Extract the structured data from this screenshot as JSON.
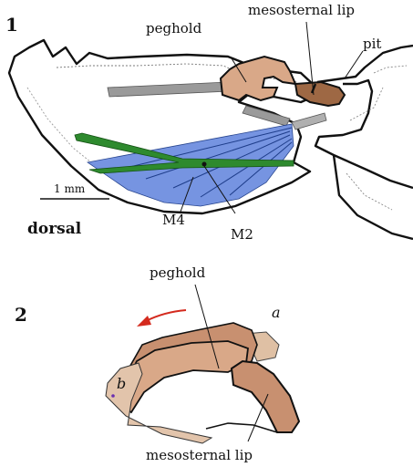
{
  "panel1": {
    "number": "1",
    "labels": {
      "peghold": "peghold",
      "mesosternal_lip": "mesosternal lip",
      "pit": "pit",
      "scale": "1 mm",
      "dorsal": "dorsal",
      "m4": "M4",
      "m2": "M2"
    }
  },
  "panel2": {
    "number": "2",
    "labels": {
      "peghold": "peghold",
      "a": "a",
      "b": "b",
      "mesosternal_lip": "mesosternal lip"
    }
  },
  "colors": {
    "outline": "#111111",
    "peghold_fill": "#d9a888",
    "lip_fill": "#9e6844",
    "muscle_m4_blue": "#6f8fe0",
    "muscle_m2_green": "#2e8a2e",
    "tendon_grey": "#9a9a9a",
    "arrow_red": "#d42a1e",
    "panel2_light": "#dfc0a4",
    "panel2_mid": "#c89070"
  }
}
